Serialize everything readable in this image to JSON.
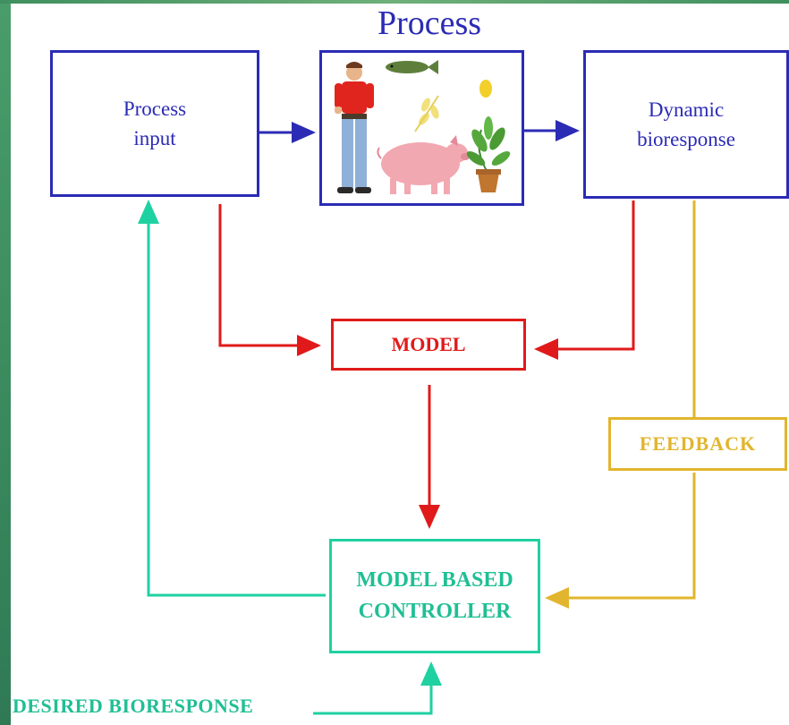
{
  "diagram": {
    "title": "Process",
    "boxes": {
      "process_input": "Process\ninput",
      "dynamic_bioresponse": "Dynamic\nbioresponse",
      "model": "MODEL",
      "feedback": "FEEDBACK",
      "controller": "MODEL BASED\nCONTROLLER"
    },
    "desired_label": "DESIRED BIORESPONSE",
    "colors": {
      "process": "#2b2bb5",
      "model": "#e01a1a",
      "feedback": "#e2b52e",
      "controller": "#1fd1a1",
      "frame": "#3f8f5f"
    },
    "icons": [
      "person-icon",
      "fish-icon",
      "grain-icon",
      "sun-icon",
      "pig-icon",
      "plant-icon"
    ]
  }
}
